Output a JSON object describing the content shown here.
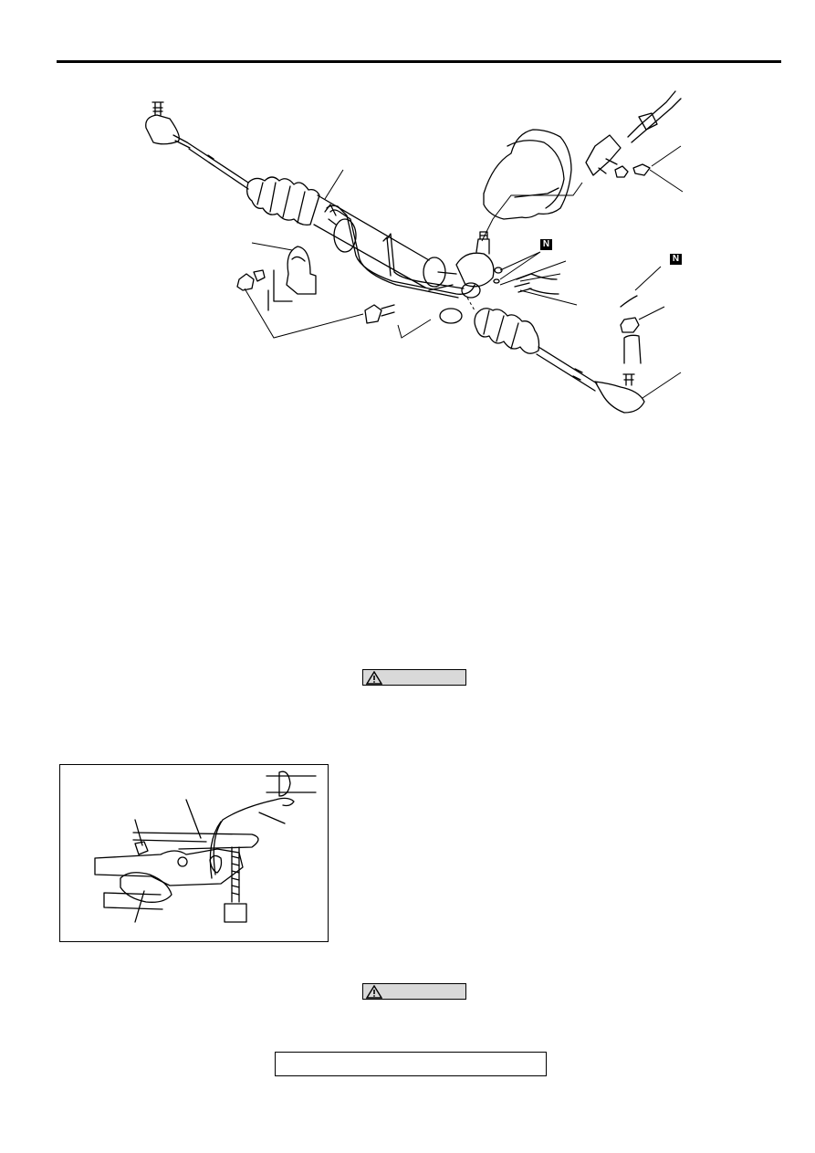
{
  "page": {
    "header_rule": true
  },
  "main_diagram": {
    "icon": "steering-gear-exploded-view",
    "badges": [
      "N",
      "N"
    ]
  },
  "caution_1": {
    "label": ""
  },
  "inset_figure": {
    "icon": "ball-joint-remover-illustration"
  },
  "caution_2": {
    "label": ""
  },
  "bottom_box": {
    "text": ""
  },
  "colors": {
    "line": "#000000",
    "caution_fill": "#d9d9d9"
  }
}
